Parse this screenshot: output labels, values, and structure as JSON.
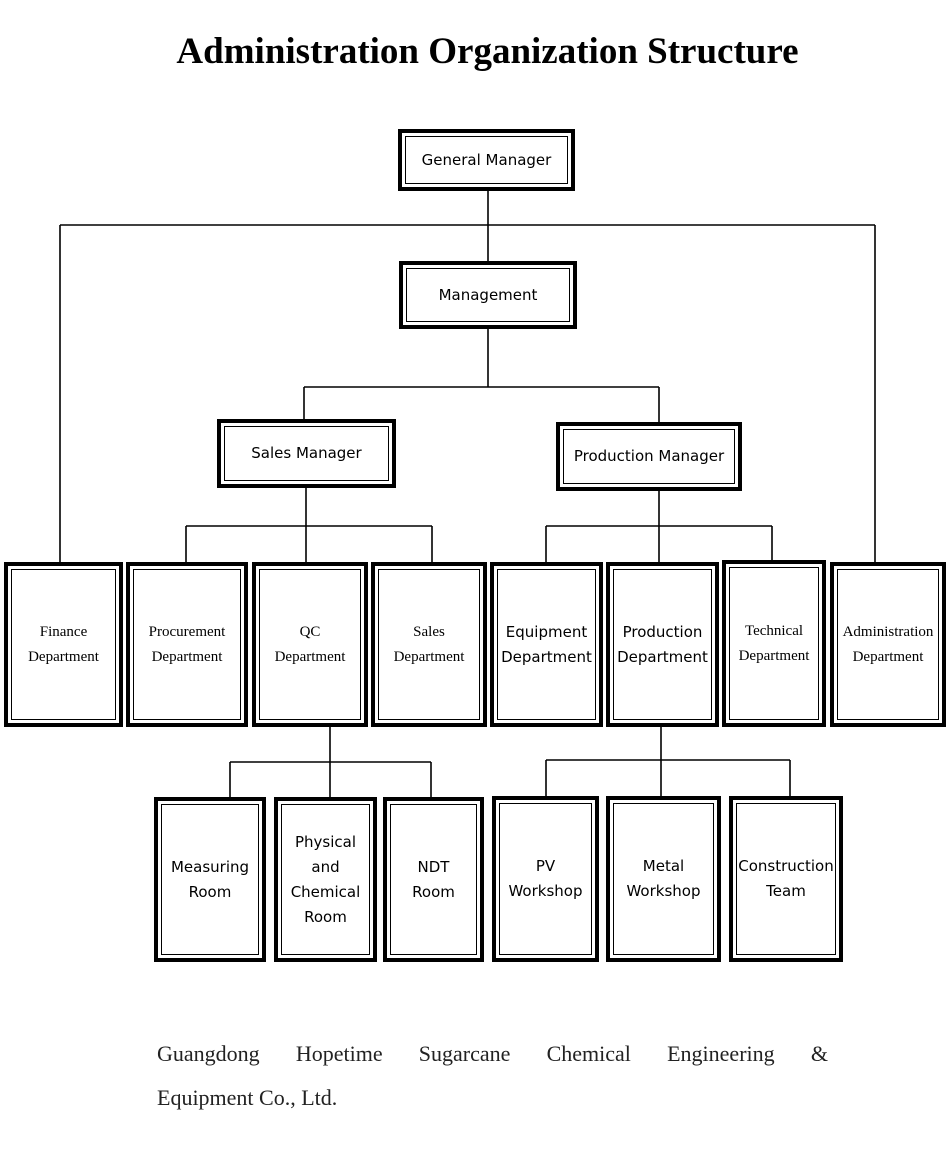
{
  "title": "Administration Organization Structure",
  "nodes": {
    "general_manager": "General Manager",
    "management": "Management",
    "sales_manager": "Sales Manager",
    "production_manager": "Production Manager",
    "finance": [
      "Finance",
      "Department"
    ],
    "procurement": [
      "Procurement",
      "Department"
    ],
    "qc": [
      "QC",
      "Department"
    ],
    "sales": [
      "Sales",
      "Department"
    ],
    "equipment": [
      "Equipment",
      "Department"
    ],
    "production": [
      "Production",
      "Department"
    ],
    "technical": [
      "Technical",
      "Department"
    ],
    "administration": [
      "Administration",
      "Department"
    ],
    "measuring_room": [
      "Measuring",
      "Room"
    ],
    "physical_chemical_room": [
      "Physical",
      "and",
      "Chemical",
      "Room"
    ],
    "ndt_room": [
      "NDT",
      "Room"
    ],
    "pv_workshop": [
      "PV",
      "Workshop"
    ],
    "metal_workshop": [
      "Metal",
      "Workshop"
    ],
    "construction_team": [
      "Construction",
      "Team"
    ]
  },
  "footer": {
    "line1": [
      "Guangdong",
      "Hopetime",
      "Sugarcane",
      "Chemical",
      "Engineering",
      "&"
    ],
    "line2": "Equipment Co., Ltd."
  }
}
